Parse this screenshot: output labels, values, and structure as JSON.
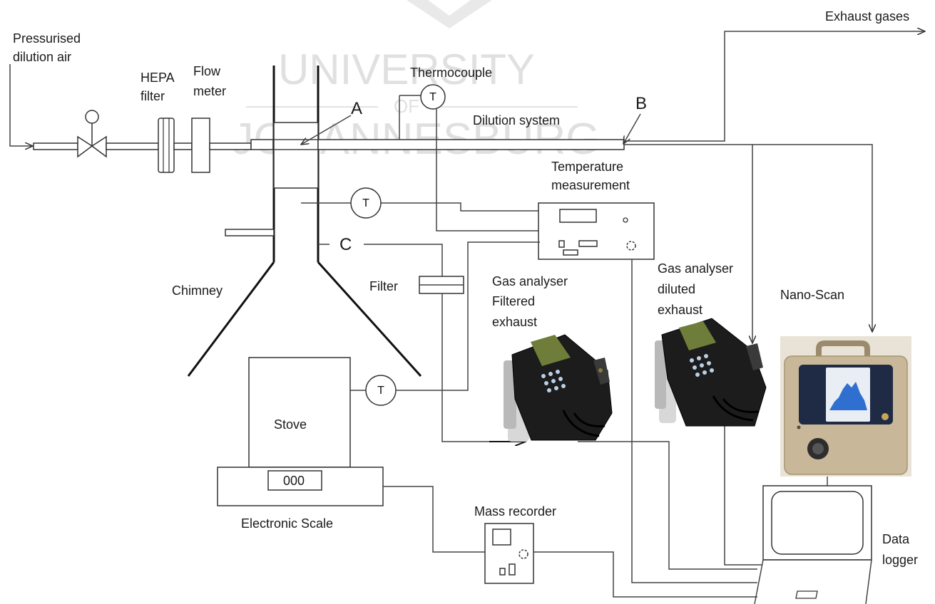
{
  "watermark": {
    "line1": "UNIVERSITY",
    "line2": "OF",
    "line3": "JOHANNESBURG"
  },
  "labels": {
    "pressurised_1": "Pressurised",
    "pressurised_2": "dilution air",
    "hepa_1": "HEPA",
    "hepa_2": "filter",
    "flow_1": "Flow",
    "flow_2": "meter",
    "thermocouple": "Thermocouple",
    "point_a": "A",
    "point_b": "B",
    "point_c": "C",
    "dilution_system": "Dilution system",
    "exhaust_gases": "Exhaust gases",
    "temp_meas_1": "Temperature",
    "temp_meas_2": "measurement",
    "chimney": "Chimney",
    "filter": "Filter",
    "gas_filtered_1": "Gas analyser",
    "gas_filtered_2": "Filtered",
    "gas_filtered_3": "exhaust",
    "gas_diluted_1": "Gas analyser",
    "gas_diluted_2": "diluted",
    "gas_diluted_3": "exhaust",
    "nano_scan": "Nano-Scan",
    "stove": "Stove",
    "scale_display": "000",
    "electronic_scale": "Electronic Scale",
    "mass_recorder": "Mass recorder",
    "data_logger_1": "Data",
    "data_logger_2": "logger",
    "t_symbol": "T"
  },
  "colors": {
    "line": "#444444",
    "device_body": "#1c1c1c",
    "device_screen": "#6f7d3a",
    "nano_body": "#c9b79a",
    "nano_panel": "#1f2a44",
    "nano_screen": "#e9eef4",
    "nano_chart": "#2f6fd0"
  }
}
